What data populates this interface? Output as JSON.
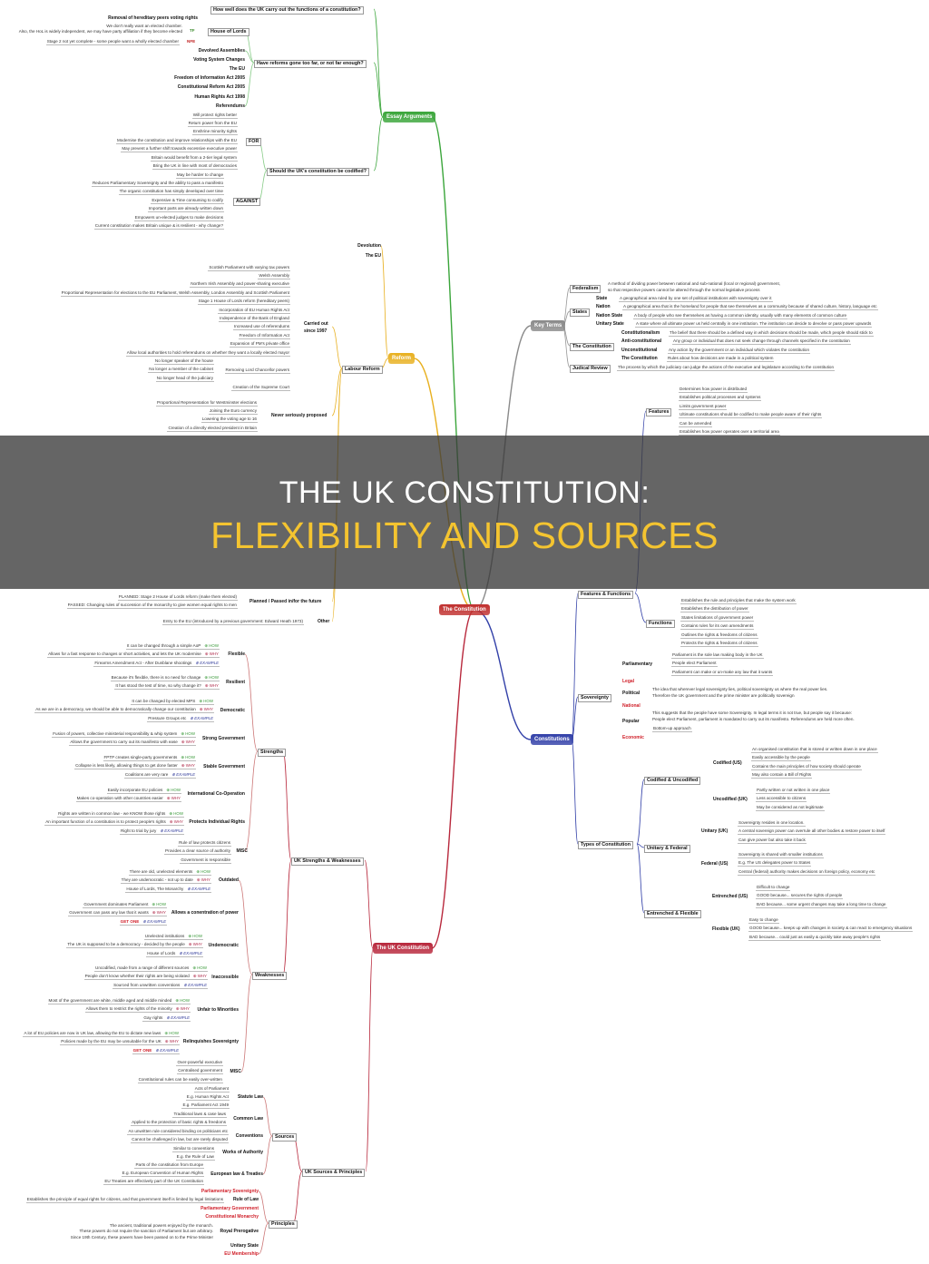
{
  "overlay": {
    "title_line1": "THE UK CONSTITUTION:",
    "title_line2": "FLEXIBILITY AND SOURCES",
    "title_color_1": "#ffffff",
    "title_color_2": "#f4c430"
  },
  "colors": {
    "essay": "#3aa53a",
    "reform": "#e8b020",
    "uk": "#b8283c",
    "key_terms": "#8a8a8a",
    "constitutions": "#3240a8",
    "central": "#c0302e"
  },
  "central": "The Constitution",
  "essay": {
    "label": "Essay Arguments",
    "q1": "How well does the UK carry out the functions of a constitution?",
    "q2": "Have reforms gone too far, or not far enough?",
    "hol": {
      "label": "House of Lords",
      "removal": "Removal of hereditary peers voting rights",
      "tf_note": [
        "We don't really want an elected chamber.",
        "Also, the HoL is widely independent, we may have party affiliation if they become elected"
      ],
      "tf": "TF",
      "nfe_note": "Stage 2 not yet complete - some people want a wholly elected chamber",
      "nfe": "NFE"
    },
    "reforms": [
      "Devolved Assemblies",
      "Voting System Changes",
      "The EU",
      "Freedom of Information Act 2005",
      "Constitutional Reform Act 2005",
      "Human Rights Act 1998",
      "Referendums"
    ],
    "q3": "Should the UK's constitution be codified?",
    "for": {
      "label": "FOR",
      "items": [
        "Will protect rights better",
        "Return power from the EU",
        "Enshrine minority rights",
        "Modernise the constitution and improve relationships with the EU",
        "May prevent a further shift towards excessive executive power",
        "Britain would benefit from a 2-tier legal system",
        "Bring the UK in line with most of democracies"
      ]
    },
    "against": {
      "label": "AGAINST",
      "items": [
        "May be harder to change",
        "Reduces Parliamentary Sovereignty and the ability to pass a manifesto",
        "The organic constitution has simply developed over time",
        "Expensive & Time consuming to codify",
        "Important parts are already written down",
        "Empowers un-elected judges to make decisions",
        "Current constitution makes Britain unique & is resilient - why change?"
      ]
    }
  },
  "reform": {
    "label": "Reform",
    "devolution": "Devolution",
    "eu": "The EU",
    "labour": "Labour Reform",
    "carried": {
      "label": [
        "Carried out",
        "since 1997"
      ],
      "items": [
        "Scottish Parliament with varying tax powers",
        "Welsh Assembly",
        "Northern Irish Assembly and power-sharing executive",
        "Proportional Representation for elections to the EU Parliament, Welsh Assembly, London Assembly and Scottish Parliament",
        "Stage 1 House of Lords reform (hereditary peers)",
        "Incorporation of EU Human Rights Act",
        "Independence of the Bank of England",
        "Increased use of referendums",
        "Freedom of Information Act",
        "Expansion of PM's private office",
        "Allow local authorities to hold referendums on whether they want a locally elected mayor"
      ],
      "chancellor": {
        "label": "Removing Lord Chancellor powers",
        "items": [
          "No longer speaker of the house",
          "No longer a member of the cabinet",
          "No longer head of the judiciary"
        ]
      },
      "supreme": "Creation of the Supreme Court"
    },
    "never": {
      "label": "Never seriously proposed",
      "items": [
        "Proportional Representation for Westminster elections",
        "Joining the Euro currency",
        "Lowering the voting age to 16",
        "Creation of a directly elected president in Britain"
      ]
    },
    "planned": {
      "label": "Planned / Passed in/for the future",
      "items": [
        "PLANNED: Stage 2 House of Lords reform (make them elected)",
        "PASSED: Changing rules of succession of the monarchy to give women equal rights to men"
      ]
    },
    "other": {
      "label": "Other",
      "items": [
        "Entry to the EU (introduced by a previous government: Edward Heath 1973)"
      ]
    }
  },
  "uk": {
    "label": "The UK Constitution",
    "sw": {
      "label": "UK Strengths & Weaknesses",
      "strengths": {
        "label": "Strengths",
        "groups": [
          {
            "label": "Flexible",
            "items": [
              {
                "text": "It can be changed through a simple AoP",
                "tag": "HOW"
              },
              {
                "text": "Allows for a fast response to changes or short activities, and lets the UK modernise",
                "tag": "WHY"
              },
              {
                "text": "Firearms Amendment Act - After Dunblane shootings",
                "tag": "EXAMPLE"
              }
            ]
          },
          {
            "label": "Resilient",
            "items": [
              {
                "text": "Because it's flexible, there is no need for change",
                "tag": "HOW"
              },
              {
                "text": "It has stood the test of time, so why change it?",
                "tag": "WHY"
              }
            ]
          },
          {
            "label": "Democratic",
            "items": [
              {
                "text": "It can be changed by elected MPS",
                "tag": "HOW"
              },
              {
                "text": "As we are in a democracy, we should be able to democratically change our constitution",
                "tag": "WHY"
              },
              {
                "text": "Pressure Groups etc",
                "tag": "EXAMPLE"
              }
            ]
          },
          {
            "label": "Strong Government",
            "items": [
              {
                "text": "Fusion of powers, collective ministerial responsibility & whip system",
                "tag": "HOW"
              },
              {
                "text": "Allows the government to carry out its manifesto with ease",
                "tag": "WHY"
              }
            ]
          },
          {
            "label": "Stable Government",
            "items": [
              {
                "text": "FPTP creates single-party governments",
                "tag": "HOW"
              },
              {
                "text": "Collapse is less likely, allowing things to get done faster",
                "tag": "WHY"
              },
              {
                "text": "Coalitions are very rare",
                "tag": "EXAMPLE"
              }
            ]
          },
          {
            "label": "International Co-Operation",
            "items": [
              {
                "text": "Easily incorporate EU policies",
                "tag": "HOW"
              },
              {
                "text": "Makes co-operation with other countries easier",
                "tag": "WHY"
              }
            ]
          },
          {
            "label": "Protects Individual Rights",
            "items": [
              {
                "text": "Rights are written in common law - we KNOW those rights",
                "tag": "HOW"
              },
              {
                "text": "An important function of a constitution is to protect people's rights",
                "tag": "WHY"
              },
              {
                "text": "Right to trial by jury",
                "tag": "EXAMPLE"
              }
            ]
          }
        ],
        "misc": {
          "label": "MISC",
          "items": [
            "Rule of law protects citizens",
            "Provides a clear source of authority",
            "Government is responsible"
          ]
        }
      },
      "weaknesses": {
        "label": "Weaknesses",
        "groups": [
          {
            "label": "Outdated",
            "items": [
              {
                "text": "There are old, unelected elements",
                "tag": "HOW"
              },
              {
                "text": "They are undemocratic - not up to date",
                "tag": "WHY"
              },
              {
                "text": "House of Lords, The Monarchy",
                "tag": "EXAMPLE"
              }
            ]
          },
          {
            "label": "Allows a conentration of power",
            "items": [
              {
                "text": "Government dominates Parliament",
                "tag": "HOW"
              },
              {
                "text": "Government can pass any law that it wants",
                "tag": "WHY"
              },
              {
                "text": "GET ONE",
                "tag": "EXAMPLE",
                "alert": true
              }
            ]
          },
          {
            "label": "Undemocratic",
            "items": [
              {
                "text": "Unelected institutions",
                "tag": "HOW"
              },
              {
                "text": "The UK is supposed to be a democracy - decided by the people",
                "tag": "WHY"
              },
              {
                "text": "House of Lords",
                "tag": "EXAMPLE"
              }
            ]
          },
          {
            "label": "Inaccessible",
            "items": [
              {
                "text": "Uncodified, made from a range of different sources",
                "tag": "HOW"
              },
              {
                "text": "People don't know whether their rights are being violated",
                "tag": "WHY"
              },
              {
                "text": "Sourced from unwritten conventions",
                "tag": "EXAMPLE"
              }
            ]
          },
          {
            "label": "Unfair to Minorities",
            "items": [
              {
                "text": "Most of the government are white, middle aged and middle minded",
                "tag": "HOW"
              },
              {
                "text": "Allows them to restrict the rights of the minority",
                "tag": "WHY"
              },
              {
                "text": "Gay rights",
                "tag": "EXAMPLE"
              }
            ]
          },
          {
            "label": "Relinquishes Sovereignty",
            "items": [
              {
                "text": "A lot of EU policies are now in UK law, allowing the EU to dictate new laws",
                "tag": "HOW"
              },
              {
                "text": "Policies made by the EU may be unsuitable for the UK",
                "tag": "WHY"
              },
              {
                "text": "GET ONE",
                "tag": "EXAMPLE",
                "alert": true
              }
            ]
          }
        ],
        "misc": {
          "label": "MISC",
          "items": [
            "Over-powerful executive",
            "Centralised government",
            "Constitutional rules can be easily over-written"
          ]
        }
      }
    },
    "sp": {
      "label": "UK Sources & Principles",
      "sources": {
        "label": "Sources",
        "groups": [
          {
            "label": "Statute Law",
            "items": [
              "Acts of Parliament",
              "E.g. Human Rights Act",
              "E.g. Parliament Act 1949"
            ]
          },
          {
            "label": "Common Law",
            "items": [
              "Traditional laws & case laws",
              "Applied to the protection of basic rights & freedoms"
            ]
          },
          {
            "label": "Conventions",
            "items": [
              "An unwritten rule considered binding on politicians etc",
              "Cannot be challenged in law, but are rarely disputed"
            ]
          },
          {
            "label": "Works of Authority",
            "items": [
              "Similar to conventions",
              "E.g. the Rule of Law"
            ]
          },
          {
            "label": "European law & Treaties",
            "items": [
              "Parts of the constitution from Europe",
              "E.g. European Convention of Human Rights",
              "EU Treaties are effectively part of the UK Constitution"
            ]
          }
        ]
      },
      "principles": {
        "label": "Principles",
        "items": [
          {
            "label": "Parliamentary Sovereignty",
            "highlight": true
          },
          {
            "label": "Rule of Law",
            "notes": [
              "Establishes the principle of equal rights for citizens, and that government itself is limited by legal limitations"
            ]
          },
          {
            "label": "Parliamentary Government",
            "highlight": true
          },
          {
            "label": "Constitutional Monarchy",
            "highlight": true
          },
          {
            "label": "Royal Prerogative",
            "notes": [
              "The ancient, traditional powers enjoyed by the monarch.",
              "These powers do not require the sanction of Parliament but are arbitrary.",
              "Since 19th Century, these powers have been passed on to the Prime Minister"
            ]
          },
          {
            "label": "Unitary State"
          },
          {
            "label": "EU Membership",
            "highlight": true
          }
        ]
      }
    }
  },
  "key_terms": {
    "label": "Key Terms",
    "federalism": {
      "label": "Federalism",
      "desc": [
        "A method of dividing power between national and sub-national (local or regional) government,",
        "so that respective powers cannot be altered through the normal legislative process"
      ]
    },
    "states": {
      "label": "States",
      "items": [
        {
          "term": "State",
          "desc": "A geographical area ruled by one set of political institutions with sovereignty over it"
        },
        {
          "term": "Nation",
          "desc": "A geographical area that is the homeland for people that see themselves as a community because of shared culture, history, language etc"
        },
        {
          "term": "Nation State",
          "desc": "A body of people who see themselves as having a common identity, usually with many elements of common culture"
        },
        {
          "term": "Unitary State",
          "desc": "A state where all ultimate power us held centrally in one institution. The institution can decide to devolve or pass power upwards"
        }
      ]
    },
    "constitution": {
      "label": "The Constitution",
      "items": [
        {
          "term": "Constitutionalism",
          "desc": "The belief that there should be a defined way in which decisions should be made, which people should stick to"
        },
        {
          "term": "Anti-constitutional",
          "desc": "Any group or individual that does not seek change through channels specified in the constitution"
        },
        {
          "term": "Unconstitutional",
          "desc": "Any action by the government or an individual which violates the constitution"
        },
        {
          "term": "The Constitution",
          "desc": "Rules about how decisions are made in a political system"
        }
      ]
    },
    "judicial": {
      "label": "Judical Review",
      "desc": "The process by which the judiciary can judge the actions of the executive and legislature according to the constitution"
    }
  },
  "constitutions": {
    "label": "Constitutions",
    "ff": {
      "label": "Features & Functions",
      "features": {
        "label": "Features",
        "items": [
          "Determines how power is distributed",
          "Establishes political processes and systems",
          "Limits government power",
          "Ultimate constitutions should be codified to make people aware of their rights",
          "Can be amended",
          "Establishes how power operates over a territorial area"
        ]
      },
      "functions": {
        "label": "Functions",
        "items": [
          "Establishes the rule and principles that make the system work",
          "Establishes the distribution of power",
          "States limitations of government power",
          "Contains rules for its own amendments",
          "Outlines the rights & freedoms of citizens",
          "Protects the rights & freedoms of citizens"
        ]
      }
    },
    "sovereignty": {
      "label": "Sovereignty",
      "parliamentary": {
        "label": "Parliamentary",
        "items": [
          "Parliament is the sole law making body in the UK",
          "People elect Parliament",
          "Parliament can make or un-make any law that it wants"
        ]
      },
      "legal": "Legal",
      "political": {
        "label": "Political",
        "desc": [
          "The idea that wherever legal sovereignty lies, political sovereignty us where the real power lies.",
          "Therefore the UK government and the prime minister are politically sovereign"
        ]
      },
      "national": "National",
      "popular": {
        "label": "Popular",
        "desc": [
          "This suggests that the people have some Sovereignty. In legal terms it is not true, but people say it because:",
          "People elect Parliament, parliament is mandated to carry out its manifesto. Referendums are held more often."
        ],
        "extra": "Bottom-up approach"
      },
      "economic": "Economic"
    },
    "types": {
      "label": "Types of Constitution",
      "groups": [
        {
          "label": "Codified & Uncodified",
          "subs": [
            {
              "label": "Codified (US)",
              "items": [
                "An organised constitution that is stored or written down in one place",
                "Easily accessible by the people",
                "Contains the main principles of how society should operate",
                "May also contain a Bill of Rights"
              ]
            },
            {
              "label": "Uncodified (UK)",
              "items": [
                "Partly written or not written in one place",
                "Less accessible to citizens",
                "May be considered as not legitimate"
              ]
            }
          ]
        },
        {
          "label": "Unitary & Federal",
          "subs": [
            {
              "label": "Unitary (UK)",
              "items": [
                "Sovereignty resides in one location.",
                "A central sovereign power can overrule all other bodies & restore power to itself",
                "Can give power but also take it back"
              ]
            },
            {
              "label": "Federal (US)",
              "items": [
                "Sovereignty is shared with smaller institutions",
                "E.g. The US delegates power to States",
                "Central (federal) authority makes decisions on foreign policy, economy etc"
              ]
            }
          ]
        },
        {
          "label": "Entrenched & Flexible",
          "subs": [
            {
              "label": "Entrenched (US)",
              "items": [
                "Difficult to change",
                "GOOD because... secures the rights of people",
                "BAD because... some urgent changes may take a long time to change"
              ]
            },
            {
              "label": "Flexible (UK)",
              "items": [
                "Easy to change",
                "GOOD because... keeps up with changes in society & can react to emergency situations",
                "BAD because... could just as easily & quickly take away people's rights"
              ]
            }
          ]
        }
      ]
    }
  }
}
